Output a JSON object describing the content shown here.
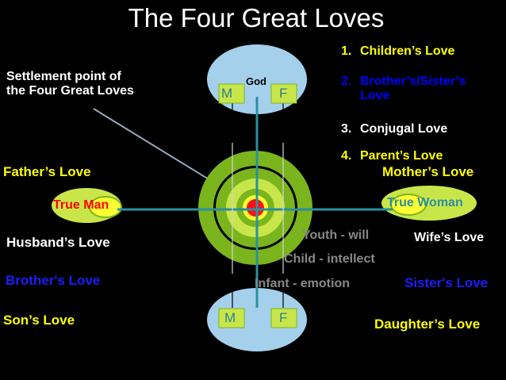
{
  "title": "The Four Great Loves",
  "list": [
    {
      "num": "1.",
      "text": "Children’s Love",
      "color": "#ffff00"
    },
    {
      "num": "2.",
      "text": "Brother’s/Sister’s Love",
      "color": "#0000ff"
    },
    {
      "num": "3.",
      "text": "Conjugal Love",
      "color": "#ffffff"
    },
    {
      "num": "4.",
      "text": "Parent’s Love",
      "color": "#ffff00"
    }
  ],
  "settlement": {
    "line1": "Settlement point of",
    "line2": "the Four Great Loves"
  },
  "top_oval": {
    "m": "M",
    "f": "F",
    "god": "God"
  },
  "bottom_oval": {
    "m": "M",
    "f": "F"
  },
  "true_man": "True Man",
  "true_woman": {
    "part1": "True",
    "part2": " Woman"
  },
  "left_labels": {
    "father": "Father’s Love",
    "husband": "Husband’s Love",
    "brother": "Brother's Love",
    "son": "Son’s Love"
  },
  "right_labels": {
    "mother": "Mother’s Love",
    "wife": "Wife’s Love",
    "sister": "Sister's Love",
    "daughter": "Daughter’s Love"
  },
  "growth": {
    "youth": "Youth -  will",
    "child": "Child - intellect",
    "infant": "Infant - emotion"
  },
  "colors": {
    "yellow": "#ffff00",
    "blue": "#1d1dff",
    "teal": "#2a8fa0",
    "oval": "#a4d0ec",
    "green_dark": "#7ab51d",
    "green_light": "#c8e64a",
    "red": "#ff0000"
  }
}
